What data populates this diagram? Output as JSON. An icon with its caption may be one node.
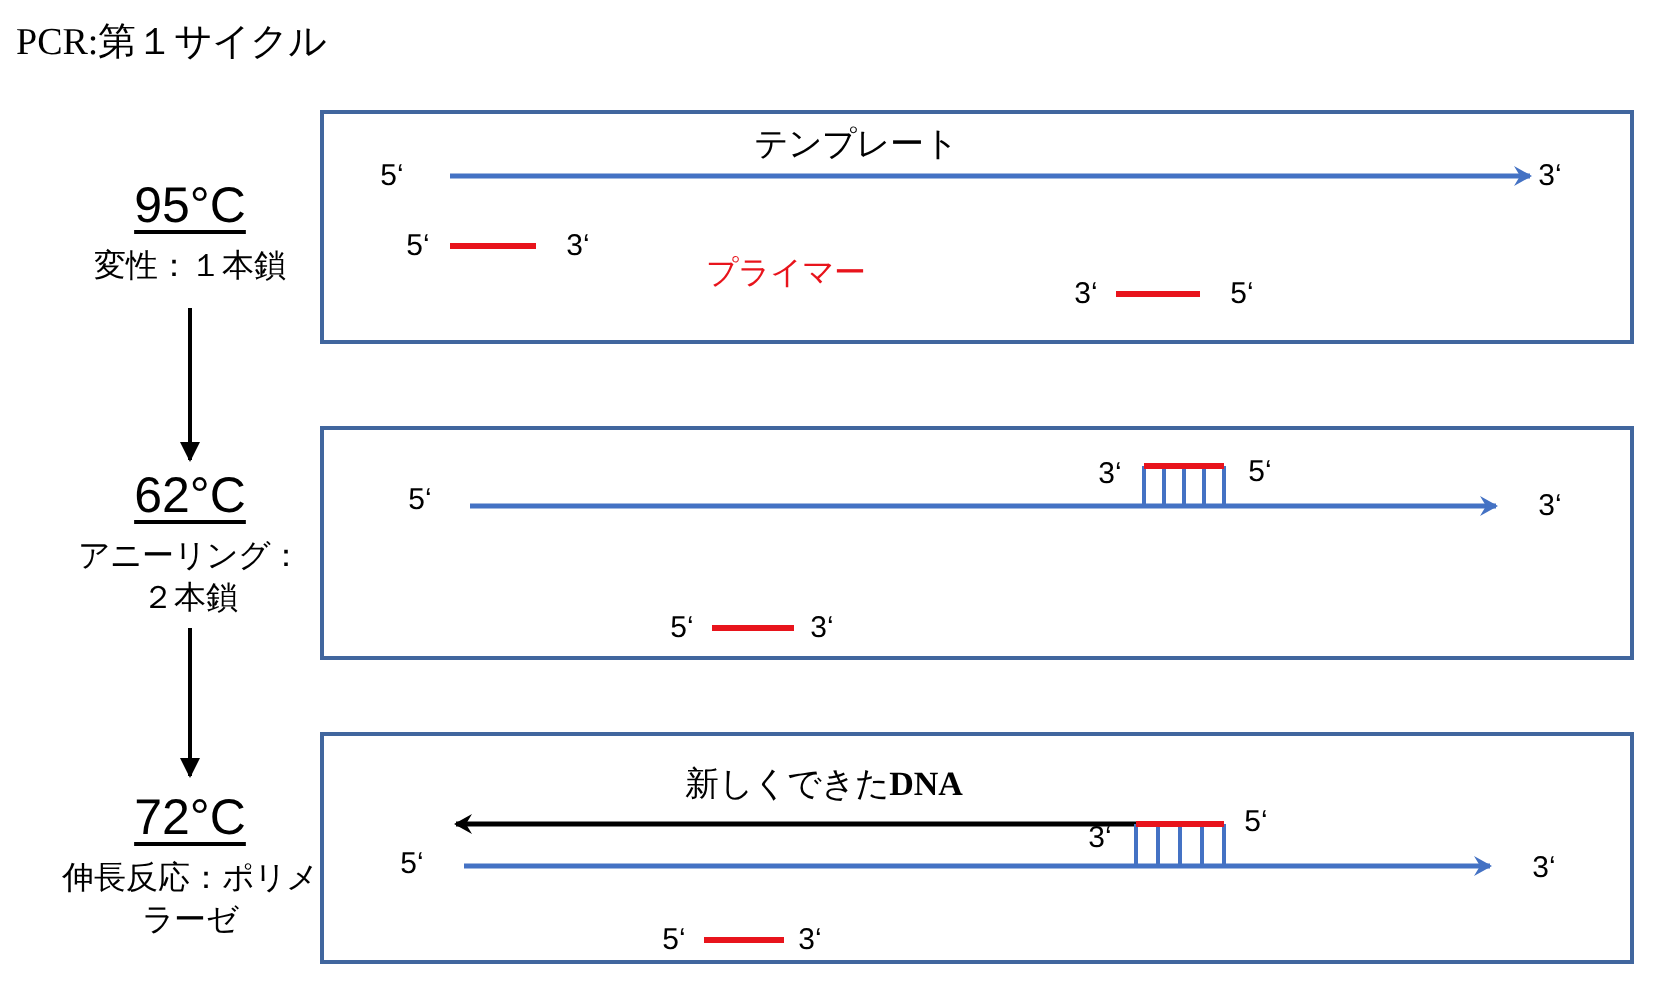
{
  "diagram": {
    "title": "PCR:第１サイクル",
    "nodes": [
      {
        "text": [
          "95°C",
          "変性：１本鎖"
        ]
      },
      {
        "text": [
          "テンプレート",
          "5‘",
          "3‘",
          "5‘",
          "3‘",
          "プライマー",
          "3‘",
          "5‘"
        ]
      },
      {
        "text": [
          "62°C",
          "アニーリング：２本鎖"
        ]
      },
      {
        "text": [
          "3‘",
          "5‘",
          "5‘",
          "3‘",
          "5‘",
          "3‘"
        ]
      },
      {
        "text": [
          "72°C",
          "伸長反応：ポリメラーゼ"
        ]
      },
      {
        "text": [
          "新しくできた**DNA**",
          "5‘",
          "3‘",
          "5‘",
          "3‘",
          "5‘",
          "3‘"
        ]
      }
    ],
    "edges": [
      {
        "from": 0,
        "to": 2,
        "arrow": "to"
      },
      {
        "from": 2,
        "to": 4,
        "arrow": "to"
      }
    ]
  }
}
